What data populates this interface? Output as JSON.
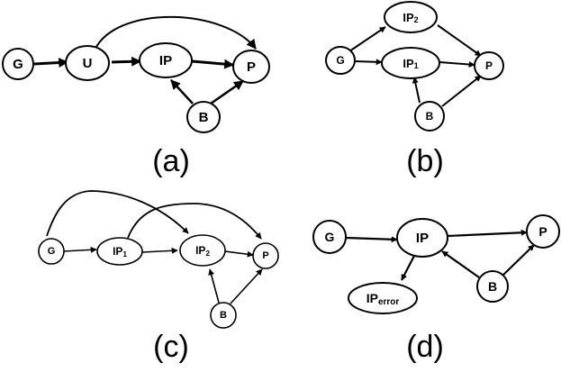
{
  "panels": {
    "a": {
      "label": "(a)",
      "nodes": {
        "G": {
          "main": "G",
          "sub": ""
        },
        "U": {
          "main": "U",
          "sub": ""
        },
        "IP": {
          "main": "IP",
          "sub": ""
        },
        "P": {
          "main": "P",
          "sub": ""
        },
        "B": {
          "main": "B",
          "sub": ""
        }
      },
      "edges": [
        [
          "G",
          "U"
        ],
        [
          "U",
          "IP"
        ],
        [
          "IP",
          "P"
        ],
        [
          "U",
          "P"
        ],
        [
          "B",
          "IP"
        ],
        [
          "B",
          "P"
        ]
      ]
    },
    "b": {
      "label": "(b)",
      "nodes": {
        "IP2": {
          "main": "IP",
          "sub": "2"
        },
        "IP1": {
          "main": "IP",
          "sub": "1"
        },
        "G": {
          "main": "G",
          "sub": ""
        },
        "P": {
          "main": "P",
          "sub": ""
        },
        "B": {
          "main": "B",
          "sub": ""
        }
      },
      "edges": [
        [
          "G",
          "IP2"
        ],
        [
          "G",
          "IP1"
        ],
        [
          "IP2",
          "P"
        ],
        [
          "IP1",
          "P"
        ],
        [
          "B",
          "IP1"
        ],
        [
          "B",
          "P"
        ]
      ]
    },
    "c": {
      "label": "(c)",
      "nodes": {
        "G": {
          "main": "G",
          "sub": ""
        },
        "IP1": {
          "main": "IP",
          "sub": "1"
        },
        "IP2": {
          "main": "IP",
          "sub": "2"
        },
        "P": {
          "main": "P",
          "sub": ""
        },
        "B": {
          "main": "B",
          "sub": ""
        }
      },
      "edges": [
        [
          "G",
          "IP1"
        ],
        [
          "IP1",
          "IP2"
        ],
        [
          "IP2",
          "P"
        ],
        [
          "G",
          "IP2"
        ],
        [
          "IP1",
          "P"
        ],
        [
          "B",
          "IP2"
        ],
        [
          "B",
          "P"
        ]
      ]
    },
    "d": {
      "label": "(d)",
      "nodes": {
        "G": {
          "main": "G",
          "sub": ""
        },
        "IP": {
          "main": "IP",
          "sub": ""
        },
        "P": {
          "main": "P",
          "sub": ""
        },
        "B": {
          "main": "B",
          "sub": ""
        },
        "IPerror": {
          "main": "IP",
          "sub": "error"
        }
      },
      "edges": [
        [
          "G",
          "IP"
        ],
        [
          "IP",
          "P"
        ],
        [
          "IP",
          "IPerror"
        ],
        [
          "B",
          "IP"
        ],
        [
          "B",
          "P"
        ]
      ]
    }
  }
}
